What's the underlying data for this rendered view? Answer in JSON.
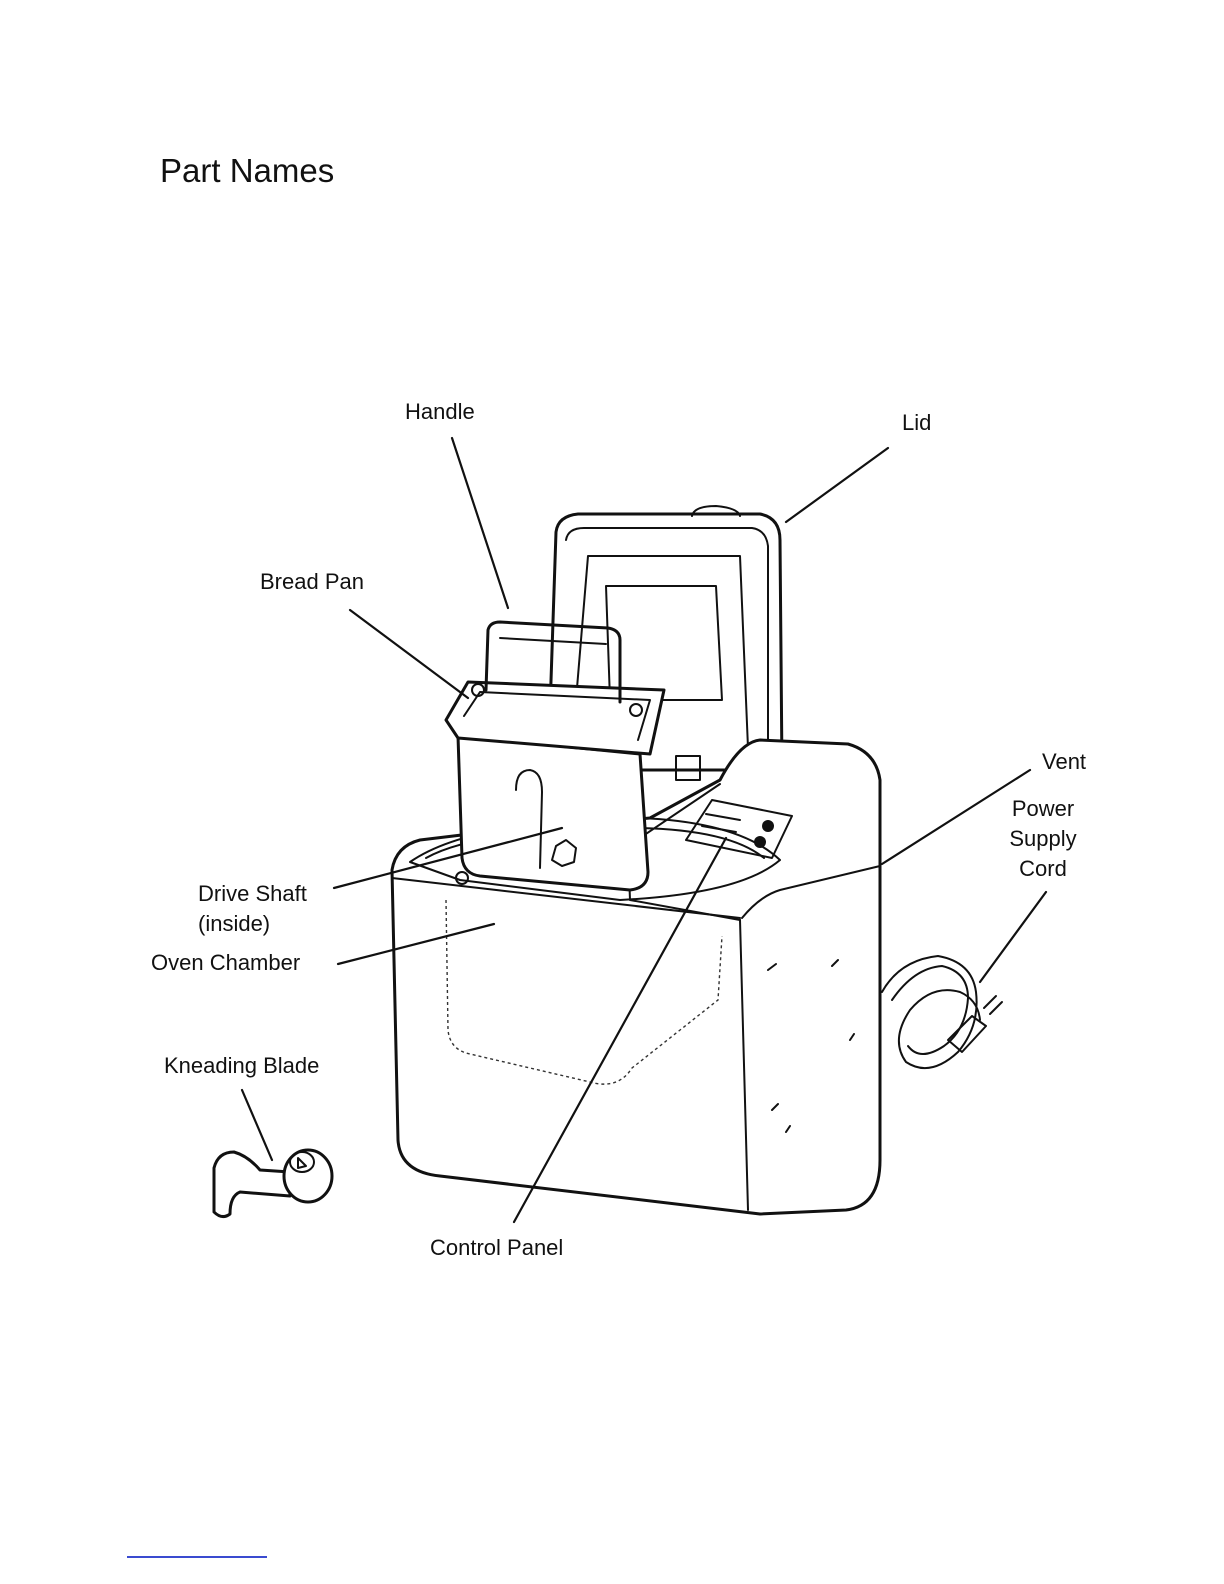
{
  "page": {
    "title": "Part Names"
  },
  "labels": {
    "handle": "Handle",
    "lid": "Lid",
    "bread_pan": "Bread Pan",
    "vent": "Vent",
    "power_supply_cord_1": "Power",
    "power_supply_cord_2": "Supply",
    "power_supply_cord_3": "Cord",
    "drive_shaft_1": "Drive Shaft",
    "drive_shaft_2": "(inside)",
    "oven_chamber": "Oven Chamber",
    "kneading_blade": "Kneading Blade",
    "control_panel": "Control Panel"
  }
}
